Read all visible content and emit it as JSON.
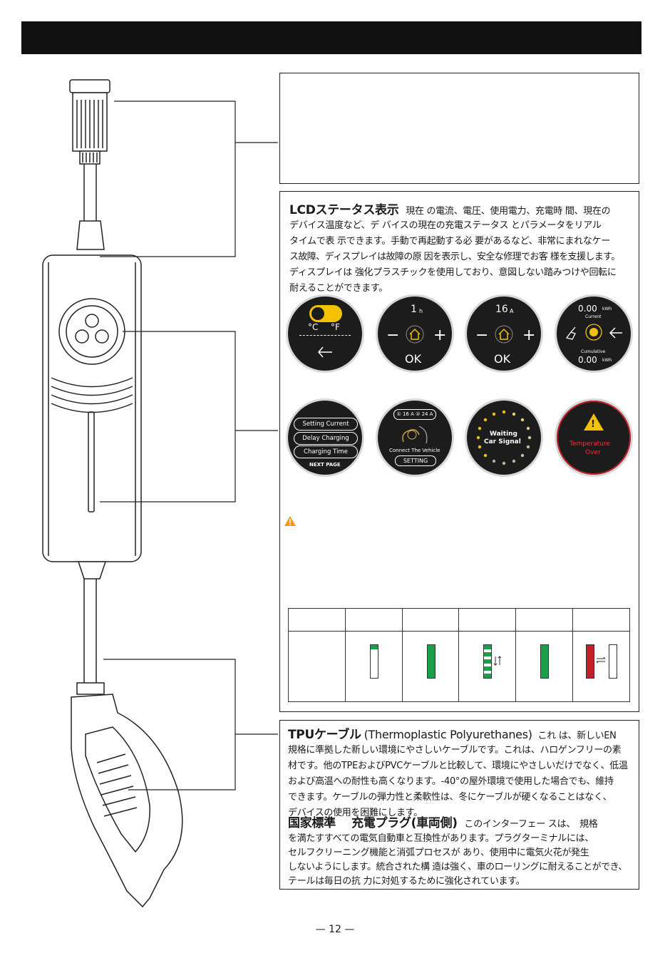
{
  "page": {
    "number": "— 12 —"
  },
  "lcd": {
    "heading": "LCDステータス表示",
    "lines": [
      "現在 の電流、電圧、使用電力、充電時 間、現在の",
      "デバイス温度など、デ バイスの現在の充電ステータス とパラメータをリアル",
      "タイムで表 示できます。手動で再起動する必 要があるなど、非常にまれなケー",
      "ス故障、ディスプレイは故障の原 因を表示し、安全な修理でお客 様を支援します。",
      "ディスプレイは 強化プラスチックを使用しており、意図しない踏みつけや回転に",
      "耐えることができます。"
    ]
  },
  "screens": {
    "s1": {
      "c": "°C",
      "f": "°F"
    },
    "s2": {
      "value": "1",
      "unit": "h",
      "minus": "−",
      "plus": "+",
      "ok": "OK"
    },
    "s3": {
      "value": "16",
      "unit": "A",
      "minus": "−",
      "plus": "+",
      "ok": "OK"
    },
    "s4": {
      "top_value": "0.00",
      "top_unit": "kWh",
      "top_label": "Current",
      "bottom_label": "Cumulative",
      "bottom_value": "0.00",
      "bottom_unit": "kWh"
    },
    "s5": {
      "item1": "Setting Current",
      "item2": "Delay Charging",
      "item3": "Charging Time",
      "next": "NEXT PAGE"
    },
    "s6": {
      "opt": "① 16 A  ② 24 A",
      "msg": "Connect The Vehicle",
      "btn": "SETTING"
    },
    "s7": {
      "line1": "Waiting",
      "line2": "Car Signal"
    },
    "s8": {
      "line1": "Temperature",
      "line2": "Over",
      "icon_mark": "!"
    }
  },
  "tpu": {
    "heading": "TPUケーブル",
    "heading_latin": "(Thermoplastic Polyurethanes)",
    "lines": [
      "これ は、新しいEN",
      "規格に準拠した新しい環境にやさしいケーブルです。これは、ハロゲンフリーの素",
      "材です。他のTPEおよびPVCケーブルと比較して、環境にやさしいだけでなく、低温",
      "および高温への耐性も高くなります。-40°の屋外環境で使用した場合でも、維持",
      "できます。ケーブルの弾力性と柔軟性は、冬にケーブルが硬くなることはなく、",
      "デバイスの使用を困難にします。"
    ]
  },
  "plug": {
    "heading": "国家標準　 充電プラグ(車両側)",
    "lines": [
      "このインターフェー スは、　規格",
      "を満たすすべての電気自動車と互換性があります。プラグターミナルには、",
      "セルフクリーニング機能と消弧プロセスが あり、使用中に電気火花が発生",
      "しないようにします。統合された構 造は強く、車のローリングに耐えることができ、",
      "テールは毎日の抗 力に対処するために強化されています。"
    ]
  },
  "colors": {
    "accent_yellow": "#f2c200",
    "led_green": "#1aa04a",
    "led_red": "#c0202a",
    "warning": "#f39a1a"
  },
  "icons": [
    "warning-icon",
    "home-icon",
    "back-icon",
    "brush-icon",
    "hand-icon",
    "transfer-arrows-icon"
  ]
}
